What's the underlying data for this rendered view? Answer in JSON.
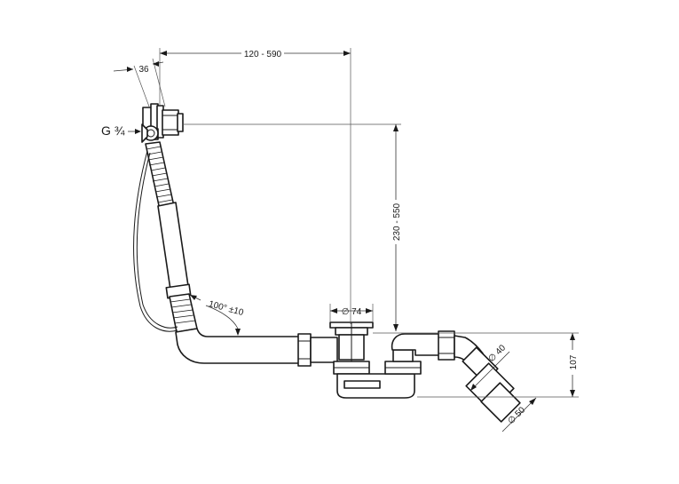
{
  "dimensions": {
    "horizontal_reach": "120 - 590",
    "connection_thickness": "36",
    "thread_size": "G ¾",
    "vertical_reach": "230 - 550",
    "bend_angle": "100° ±10",
    "waste_diameter": "∅ 74",
    "trap_height": "107",
    "outlet_diameter_40": "∅ 40",
    "outlet_diameter_50": "∅ 50"
  }
}
